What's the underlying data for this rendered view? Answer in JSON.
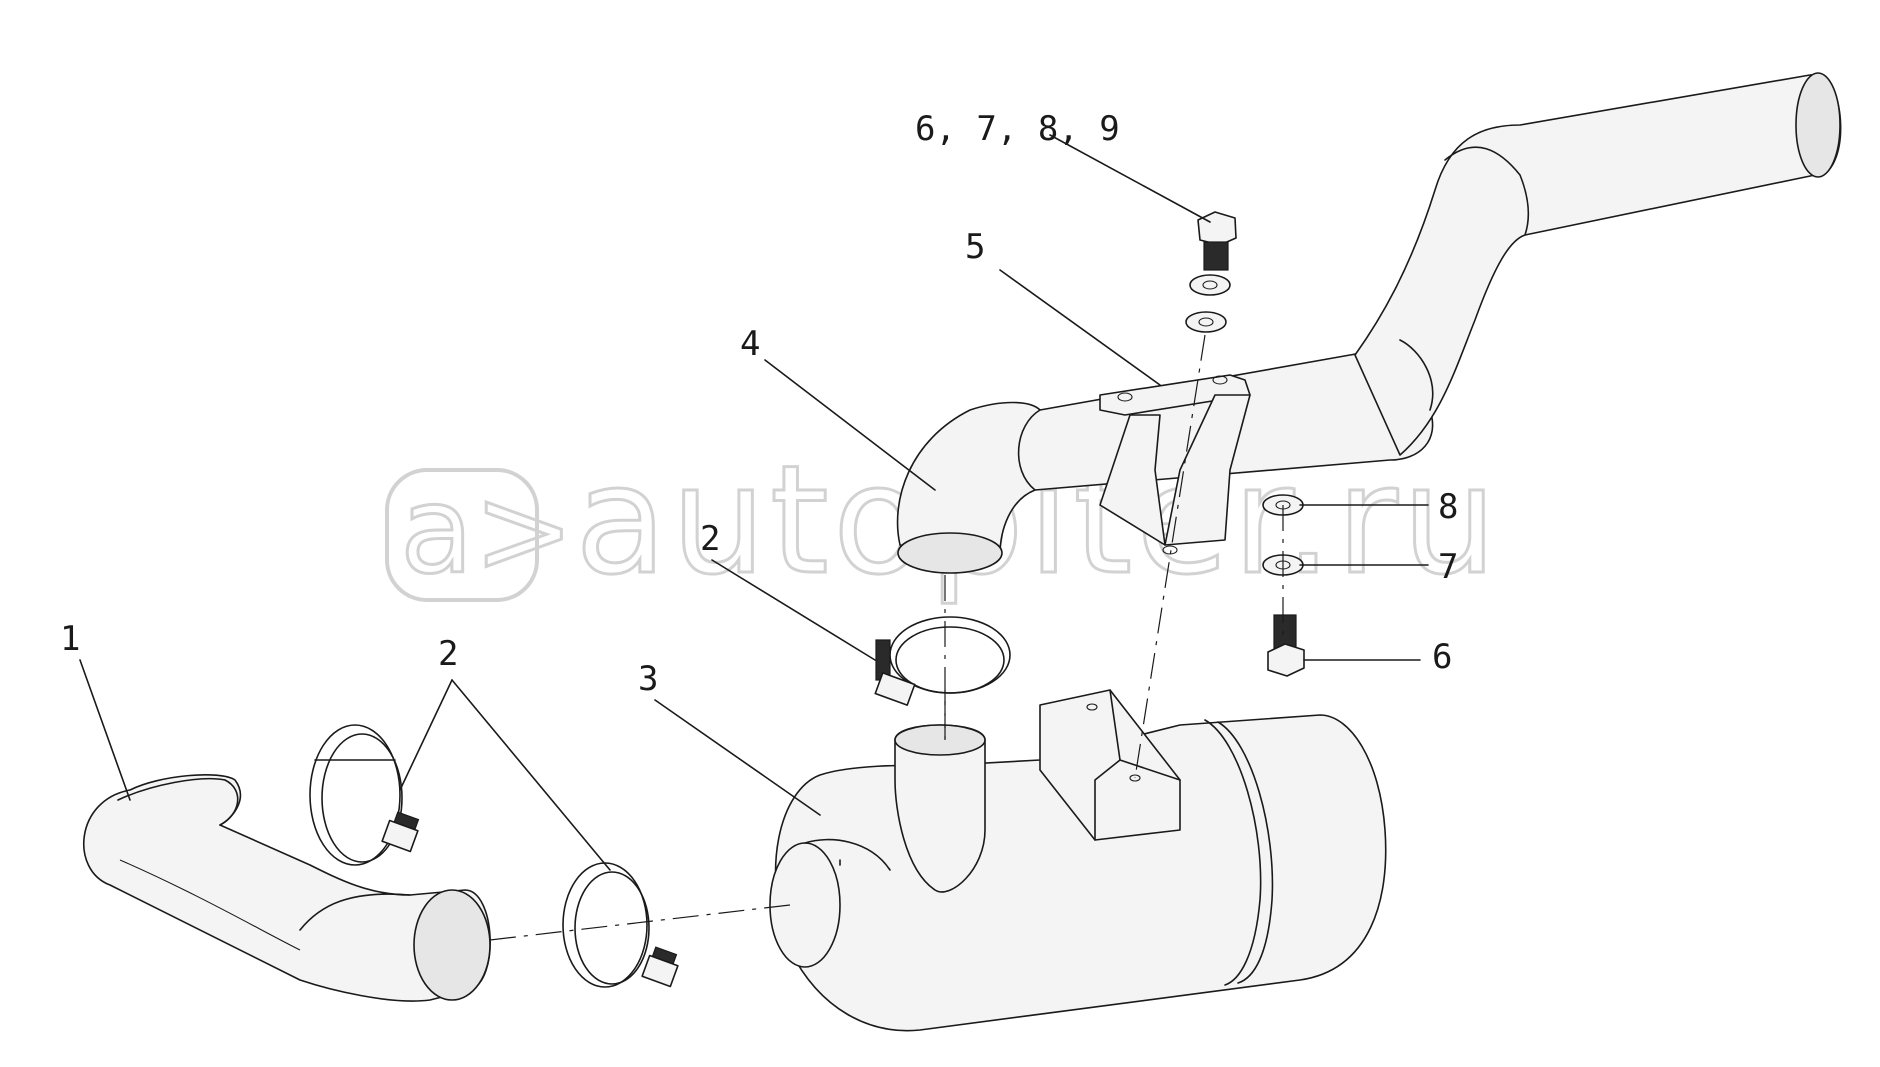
{
  "diagram": {
    "callouts": {
      "label_1": "1",
      "label_2_left": "2",
      "label_2_upper": "2",
      "label_3": "3",
      "label_4": "4",
      "label_5": "5",
      "label_6789": "6, 7, 8, 9",
      "label_8": "8",
      "label_7": "7",
      "label_6": "6"
    },
    "watermark": {
      "logo_text": "a>",
      "site_text": "autopiter.ru"
    }
  }
}
